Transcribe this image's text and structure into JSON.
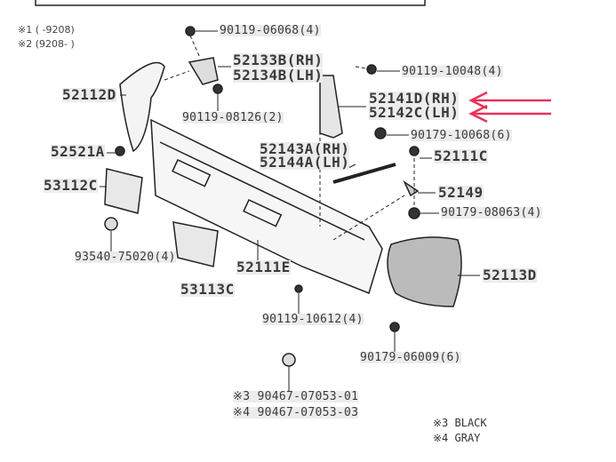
{
  "notes": [
    "※1 (      -9208)",
    "※2 (9208-      )"
  ],
  "parts": {
    "p90119_06068": "90119-06068(4)",
    "p52133B": "52133B(RH)",
    "p52134B": "52134B(LH)",
    "p52112D": "52112D",
    "p90119_08126": "90119-08126(2)",
    "p90119_10048": "90119-10048(4)",
    "p52141D": "52141D(RH)",
    "p52142C": "52142C(LH)",
    "p90179_10068": "90179-10068(6)",
    "p52143A": "52143A(RH)",
    "p52144A": "52144A(LH)",
    "p52111C": "52111C",
    "p52521A": "52521A",
    "p53112C": "53112C",
    "p52149": "52149",
    "p90179_08063": "90179-08063(4)",
    "p93540_75020": "93540-75020(4)",
    "p52111E": "52111E",
    "p53113C": "53113C",
    "p52113D": "52113D",
    "p90119_10612": "90119-10612(4)",
    "p90179_06009": "90179-06009(6)",
    "p90467_01": "※3 90467-07053-01",
    "p90467_03": "※4 90467-07053-03"
  },
  "legend": [
    "※3 BLACK",
    "※4 GRAY"
  ],
  "colors": {
    "highlight_arrow": "#e8325a",
    "label_bg": "#ececec"
  }
}
